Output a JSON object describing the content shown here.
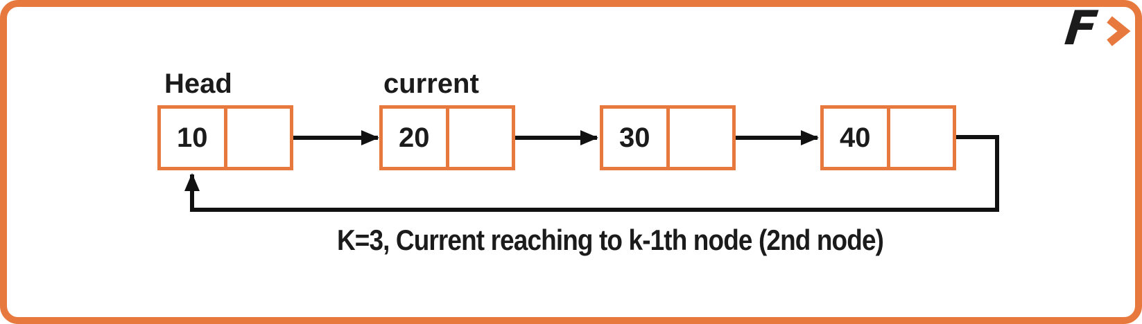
{
  "brand": {
    "logo_letter": "F",
    "logo_mark": "chevron-right"
  },
  "colors": {
    "accent_orange": "#E8793E",
    "ink_black": "#1B1B1B"
  },
  "diagram": {
    "type": "circular-linked-list",
    "caption": "K=3, Current reaching to k-1th node (2nd node)",
    "pointer_labels": {
      "head": "Head",
      "current": "current"
    },
    "nodes": [
      {
        "value": "10",
        "pointer": "Head"
      },
      {
        "value": "20",
        "pointer": "current"
      },
      {
        "value": "30",
        "pointer": ""
      },
      {
        "value": "40",
        "pointer": ""
      }
    ]
  }
}
